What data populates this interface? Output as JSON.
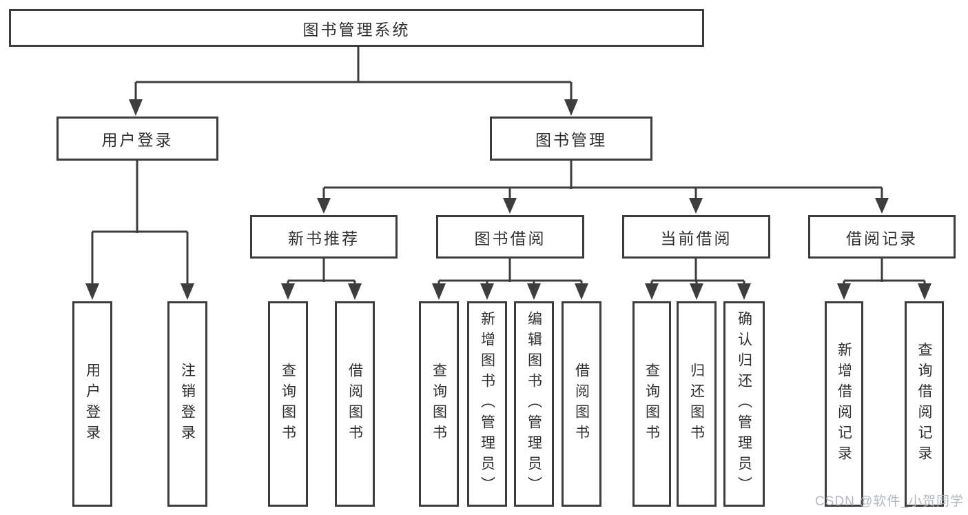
{
  "diagram": {
    "colors": {
      "line": "#3d3d3d",
      "text": "#2f2f2f",
      "background": "#ffffff",
      "watermark": "#b0b4bc"
    },
    "watermark": {
      "text": "CSDN @软件_小贺同学"
    },
    "tree": {
      "label": "图书管理系统",
      "children": [
        {
          "label": "用户登录",
          "children": [
            {
              "label": "用户登录"
            },
            {
              "label": "注销登录"
            }
          ]
        },
        {
          "label": "图书管理",
          "children": [
            {
              "label": "新书推荐",
              "children": [
                {
                  "label": "查询图书"
                },
                {
                  "label": "借阅图书"
                }
              ]
            },
            {
              "label": "图书借阅",
              "children": [
                {
                  "label": "查询图书"
                },
                {
                  "label": "新增图书（管理员）"
                },
                {
                  "label": "编辑图书（管理员）"
                },
                {
                  "label": "借阅图书"
                }
              ]
            },
            {
              "label": "当前借阅",
              "children": [
                {
                  "label": "查询图书"
                },
                {
                  "label": "归还图书"
                },
                {
                  "label": "确认归还（管理员）"
                }
              ]
            },
            {
              "label": "借阅记录",
              "children": [
                {
                  "label": "新增借阅记录"
                },
                {
                  "label": "查询借阅记录"
                }
              ]
            }
          ]
        }
      ]
    }
  }
}
